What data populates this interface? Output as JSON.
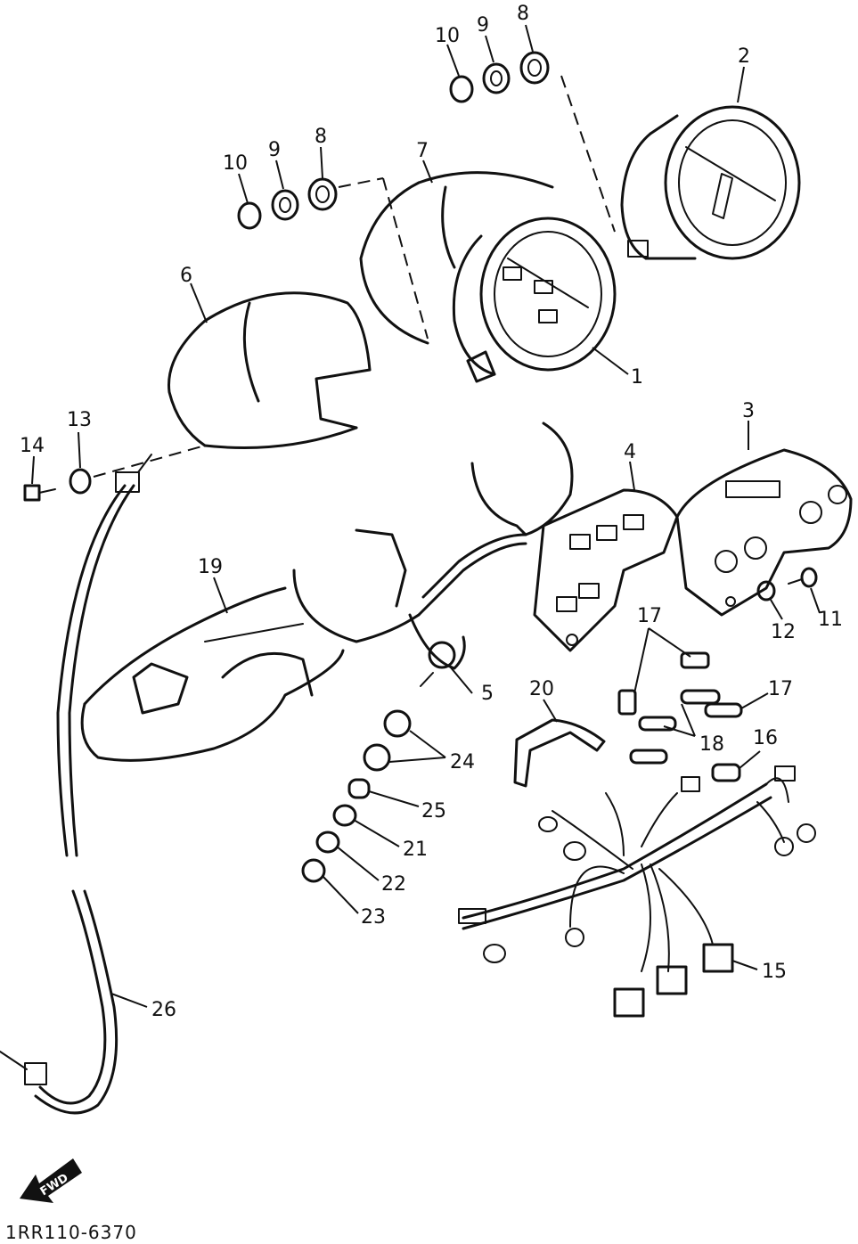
{
  "callouts": {
    "c1": "1",
    "c2": "2",
    "c3": "3",
    "c4": "4",
    "c5": "5",
    "c6": "6",
    "c7": "7",
    "c8a": "8",
    "c8b": "8",
    "c9a": "9",
    "c9b": "9",
    "c10a": "10",
    "c10b": "10",
    "c11": "11",
    "c12": "12",
    "c13": "13",
    "c14": "14",
    "c15": "15",
    "c16": "16",
    "c17a": "17",
    "c17b": "17",
    "c18": "18",
    "c19": "19",
    "c20": "20",
    "c21": "21",
    "c22": "22",
    "c23": "23",
    "c24": "24",
    "c25": "25",
    "c26": "26"
  },
  "forward_label": "FWD",
  "drawing_id": "1RR110-6370"
}
